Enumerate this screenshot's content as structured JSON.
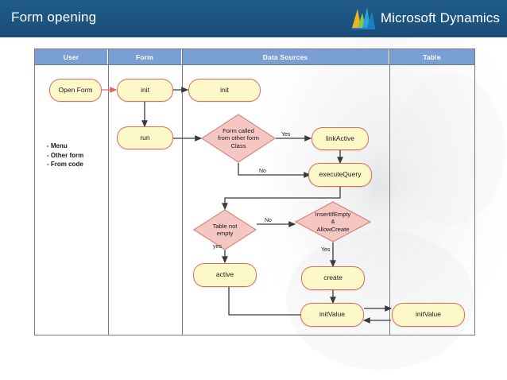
{
  "header": {
    "title": "Form opening",
    "brand_name": "Microsoft Dynamics",
    "logo_icon": "dynamics-logo-icon",
    "background_color": "#1d5480",
    "title_color": "#ffffff"
  },
  "diagram": {
    "type": "swimlane-flowchart",
    "lane_header_fill": "#7a9fd4",
    "node_fill": "#fcf8c8",
    "node_border": "#e2695a",
    "decision_fill": "#f4c7c3",
    "decision_border": "#d98c86",
    "connector_color": "#404040",
    "lanes": [
      {
        "label": "User"
      },
      {
        "label": "Form"
      },
      {
        "label": "Data Sources"
      },
      {
        "label": "Table"
      }
    ],
    "user_triggers": "- Menu\n- Other form\n- From code",
    "nodes": [
      {
        "id": "open-form",
        "label": "Open Form",
        "lane": "User",
        "shape": "rounded"
      },
      {
        "id": "form-init",
        "label": "init",
        "lane": "Form",
        "shape": "rounded"
      },
      {
        "id": "form-run",
        "label": "run",
        "lane": "Form",
        "shape": "rounded"
      },
      {
        "id": "ds-init",
        "label": "init",
        "lane": "Data Sources",
        "shape": "rounded"
      },
      {
        "id": "form-called",
        "label": "Form called\nfrom other form\nClass",
        "lane": "Data Sources",
        "shape": "diamond"
      },
      {
        "id": "link-active",
        "label": "linkActive",
        "lane": "Data Sources",
        "shape": "rounded"
      },
      {
        "id": "execute-query",
        "label": "executeQuery",
        "lane": "Data Sources",
        "shape": "rounded"
      },
      {
        "id": "table-not-empty",
        "label": "Table not\nempty",
        "lane": "Data Sources",
        "shape": "diamond"
      },
      {
        "id": "insert-if-empty",
        "label": "InsertIfEmpty\n&\nAllowCreate",
        "lane": "Data Sources",
        "shape": "diamond"
      },
      {
        "id": "active",
        "label": "active",
        "lane": "Data Sources",
        "shape": "rounded"
      },
      {
        "id": "create",
        "label": "create",
        "lane": "Data Sources",
        "shape": "rounded"
      },
      {
        "id": "ds-init-value",
        "label": "initValue",
        "lane": "Data Sources",
        "shape": "rounded"
      },
      {
        "id": "tbl-init-value",
        "label": "initValue",
        "lane": "Table",
        "shape": "rounded"
      }
    ],
    "edge_labels": [
      {
        "id": "yes-link-active",
        "text": "Yes"
      },
      {
        "id": "no-execute-query",
        "text": "No"
      },
      {
        "id": "yes-active",
        "text": "yes"
      },
      {
        "id": "no-insert-check",
        "text": "No"
      },
      {
        "id": "yes-create",
        "text": "Yes"
      }
    ]
  }
}
